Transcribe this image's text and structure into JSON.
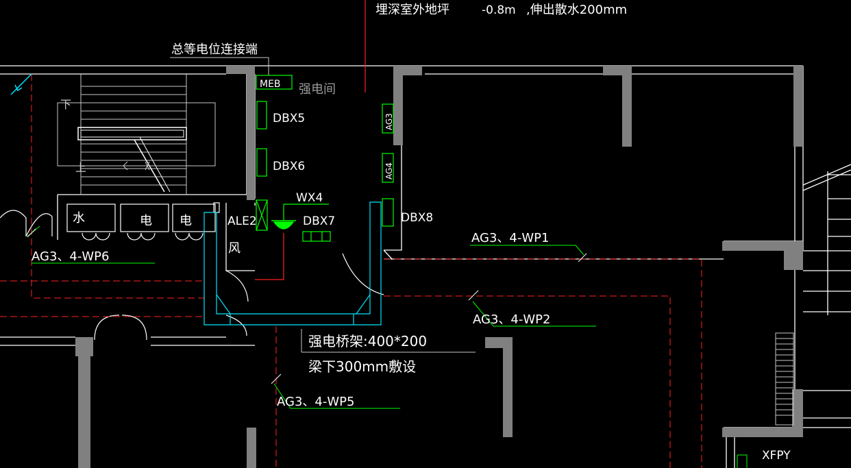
{
  "colors": {
    "background": "#000000",
    "wall": "#808080",
    "outline": "#ffffff",
    "thin": "#c8c8c8",
    "equipment": "#00ff00",
    "wiring": "#ff2020",
    "tray": "#00e5ff",
    "leader": "#00ff00"
  },
  "labels": {
    "burial_note_a": "埋深室外地坪",
    "burial_note_b": "-0.8m",
    "burial_note_c": ",伸出散水200mm",
    "meb_terminal": "总等电位连接端",
    "meb": "MEB",
    "electrical_room": "强电间",
    "dbx5": "DBX5",
    "dbx6": "DBX6",
    "dbx7": "DBX7",
    "dbx8": "DBX8",
    "ag3": "AG3",
    "ag4": "AG4",
    "wx4": "WX4",
    "ale2": "ALE2",
    "wind": "风",
    "water": "水",
    "elec1": "电",
    "elec2": "电",
    "stair_down": "下",
    "stair_up": "上",
    "wp1": "AG3、4-WP1",
    "wp2": "AG3、4-WP2",
    "wp5": "AG3、4-WP5",
    "wp6": "AG3、4-WP6",
    "tray_spec": "强电桥架:400*200",
    "tray_install": "梁下300mm敷设",
    "xfpy": "XFPY"
  }
}
